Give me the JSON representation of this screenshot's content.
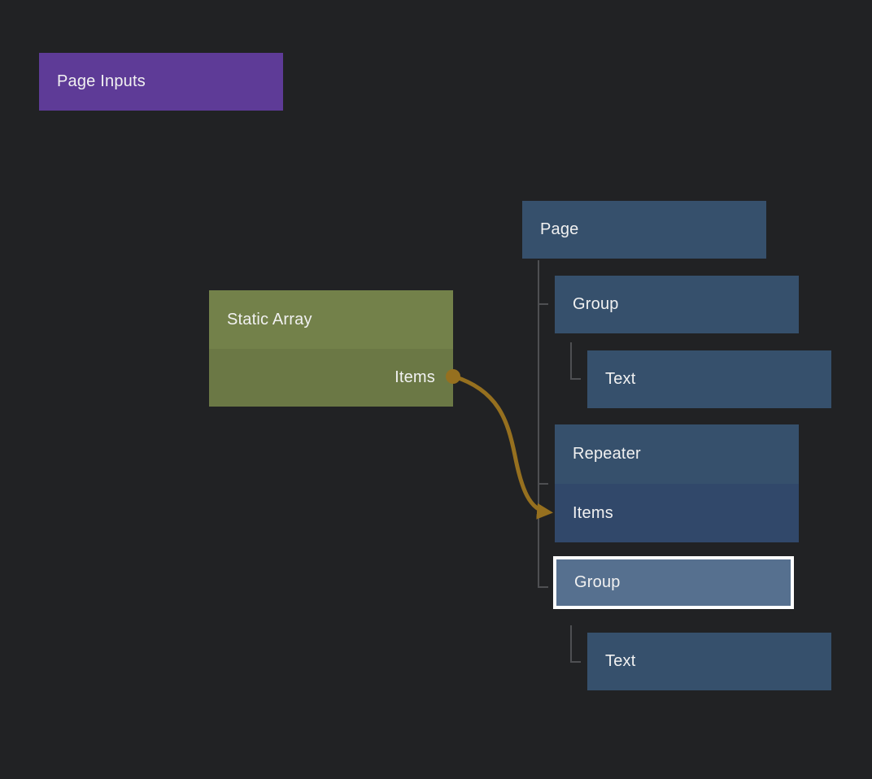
{
  "colors": {
    "background": "#212224",
    "node_purple": "#5E3B97",
    "node_olive_header": "#73814A",
    "node_olive_body": "#6B7845",
    "node_blue_header": "#36506C",
    "node_blue_body": "#31486A",
    "node_selected": "#56708F",
    "selection_outline": "#FFFFFF",
    "wire": "#96701F",
    "tree_line": "#4E4F52",
    "label_text": "#F1F1F1"
  },
  "nodes": {
    "page_inputs": {
      "label": "Page Inputs"
    },
    "static_array": {
      "title": "Static Array",
      "output_port_label": "Items"
    },
    "page": {
      "label": "Page"
    },
    "group_top": {
      "label": "Group"
    },
    "text_top": {
      "label": "Text"
    },
    "repeater": {
      "title": "Repeater",
      "input_port_label": "Items"
    },
    "group_selected": {
      "label": "Group"
    },
    "text_bottom": {
      "label": "Text"
    }
  }
}
